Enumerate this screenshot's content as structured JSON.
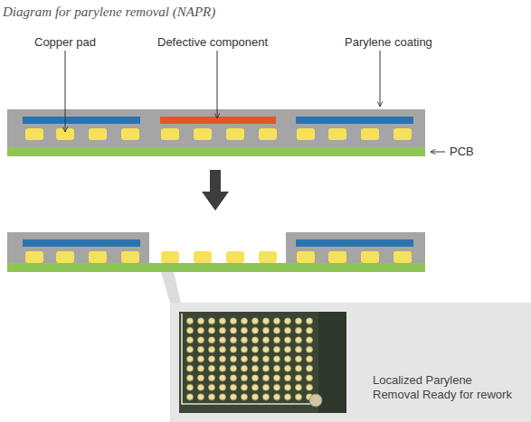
{
  "diagram": {
    "title": "Diagram for parylene removal (NAPR)",
    "nodes": [
      {
        "text": [
          "Localized Parylene Removal Ready for rework"
        ]
      }
    ],
    "labels": [
      "Copper pad",
      "Defective component",
      "Parylene coating",
      "PCB"
    ]
  }
}
